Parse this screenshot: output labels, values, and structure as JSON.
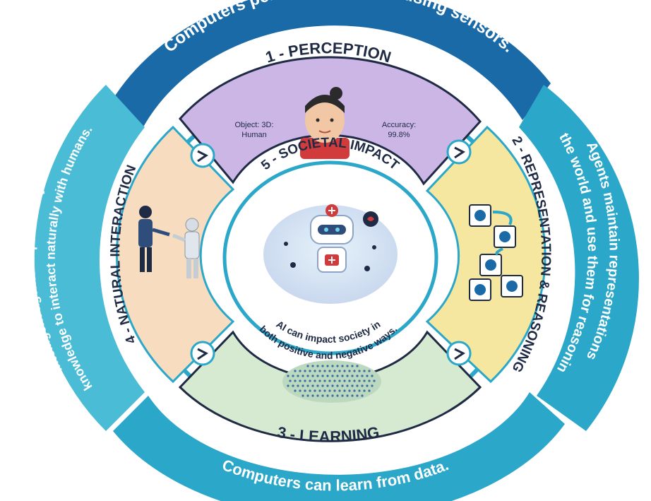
{
  "diagram": {
    "outer_arcs": {
      "top": "Computers perceive the world using sensors.",
      "right_line1": "Agents maintain representations",
      "right_line2": "of the world and use them for reasoning.",
      "bottom": "Computers can learn from data.",
      "left_line1": "Intelligent agents require many kinds of",
      "left_line2": "knowledge to interact naturally with humans."
    },
    "sections": {
      "perception": {
        "title": "1 - PERCEPTION",
        "caption_left_line1": "Object: 3D:",
        "caption_left_line2": "Human",
        "caption_right_line1": "Accuracy:",
        "caption_right_line2": "99.8%"
      },
      "representation": {
        "title": "2 - REPRESENTATION & REASONING"
      },
      "learning": {
        "title": "3 - LEARNING"
      },
      "interaction": {
        "title": "4 - NATURAL INTERACTION"
      },
      "societal": {
        "title": "5 - SOCIETAL IMPACT",
        "text_line1": "AI can impact society in",
        "text_line2": "both positive and negative ways."
      }
    },
    "colors": {
      "dark_blue": "#1b6aa8",
      "teal": "#2aa7c9",
      "light_teal": "#4bbcd6",
      "navy": "#1f2a44",
      "perception_bg": "#cbb6e6",
      "representation_bg": "#f5e7a0",
      "learning_bg": "#d5ead0",
      "interaction_bg": "#f7dcc0",
      "center_bg": "#ffffff"
    },
    "icons": [
      "person-face-icon",
      "chess-pieces-icon",
      "brain-icon",
      "handshake-robot-icon",
      "robot-icon"
    ]
  }
}
